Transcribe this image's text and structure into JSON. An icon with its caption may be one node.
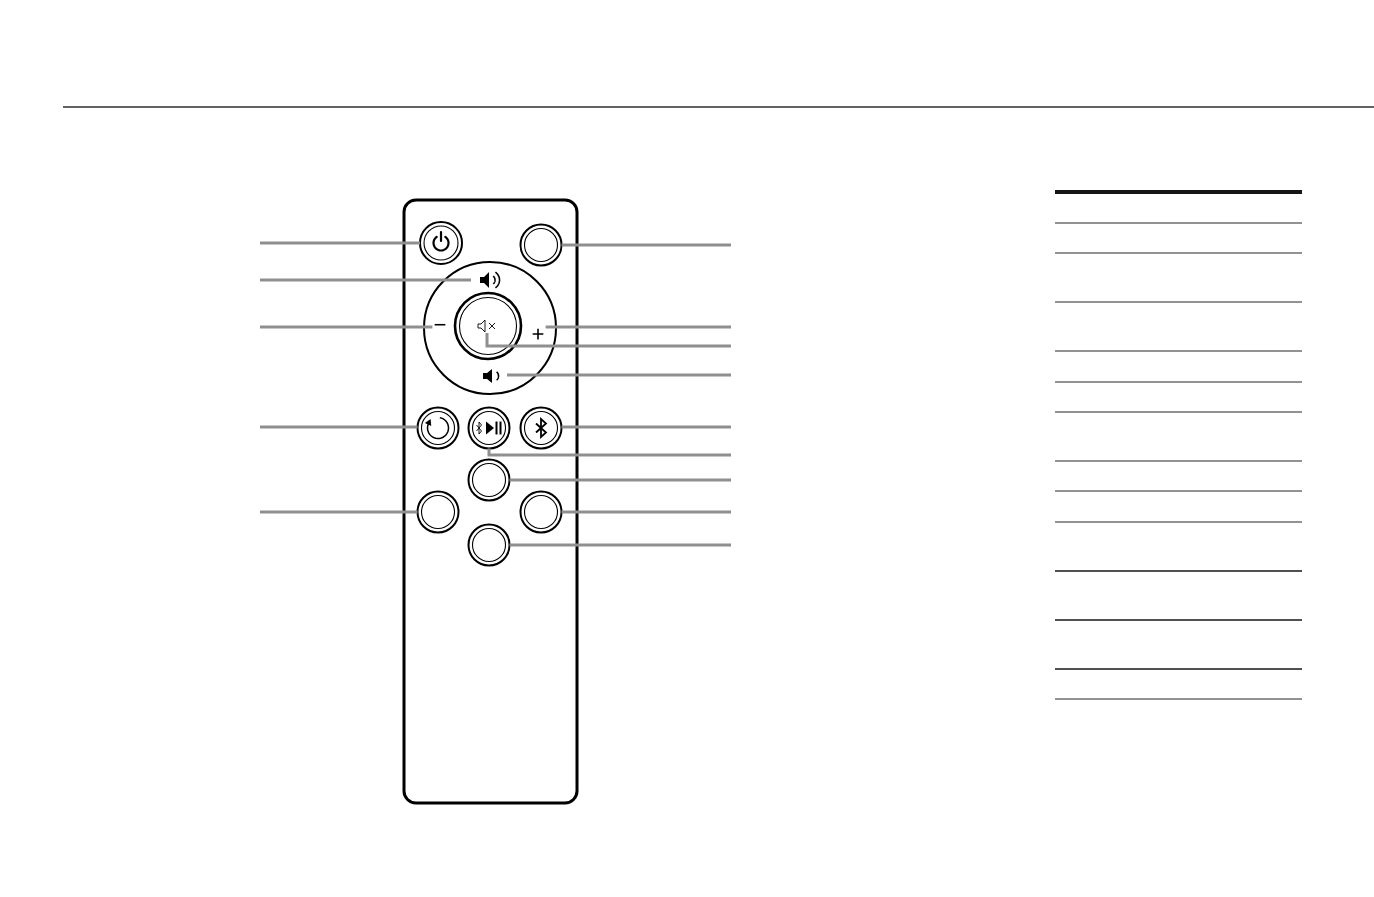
{
  "diagram": {
    "nodes": [
      {
        "text": [],
        "shape": "box"
      },
      {
        "text": [],
        "shape": "circle",
        "in": 0
      },
      {
        "text": [],
        "shape": "circle",
        "in": 0
      },
      {
        "text": [],
        "shape": "circle",
        "in": 0
      },
      {
        "text": [],
        "shape": "picture",
        "in": 3
      },
      {
        "text": [
          "−"
        ],
        "in": 3
      },
      {
        "text": [],
        "shape": "circle",
        "in": 3
      },
      {
        "text": [],
        "shape": "picture",
        "in": 6
      },
      {
        "text": [
          "+"
        ],
        "in": 3
      },
      {
        "text": [],
        "shape": "picture",
        "in": 3
      },
      {
        "text": [],
        "shape": "circle",
        "in": 0
      },
      {
        "text": [],
        "shape": "circle",
        "in": 0
      },
      {
        "text": [],
        "shape": "circle",
        "in": 0
      },
      {
        "text": [],
        "shape": "circle",
        "in": 0
      },
      {
        "text": [],
        "shape": "circle",
        "in": 0
      },
      {
        "text": [],
        "shape": "circle",
        "in": 0
      },
      {
        "text": [],
        "shape": "circle",
        "in": 0
      }
    ],
    "edges": [
      {
        "from": null,
        "to": 1,
        "arrow": "none"
      },
      {
        "from": null,
        "to": 4,
        "arrow": "none"
      },
      {
        "from": null,
        "to": 5,
        "arrow": "none"
      },
      {
        "from": null,
        "to": 10,
        "arrow": "none"
      },
      {
        "from": null,
        "to": 14,
        "arrow": "none"
      },
      {
        "from": null,
        "to": 2,
        "arrow": "none"
      },
      {
        "from": null,
        "to": 8,
        "arrow": "none"
      },
      {
        "from": null,
        "to": 7,
        "arrow": "none"
      },
      {
        "from": null,
        "to": 9,
        "arrow": "none"
      },
      {
        "from": null,
        "to": 12,
        "arrow": "none"
      },
      {
        "from": null,
        "to": 11,
        "arrow": "none"
      },
      {
        "from": null,
        "to": 13,
        "arrow": "none"
      },
      {
        "from": null,
        "to": 15,
        "arrow": "none"
      },
      {
        "from": null,
        "to": 16,
        "arrow": "none"
      }
    ]
  }
}
